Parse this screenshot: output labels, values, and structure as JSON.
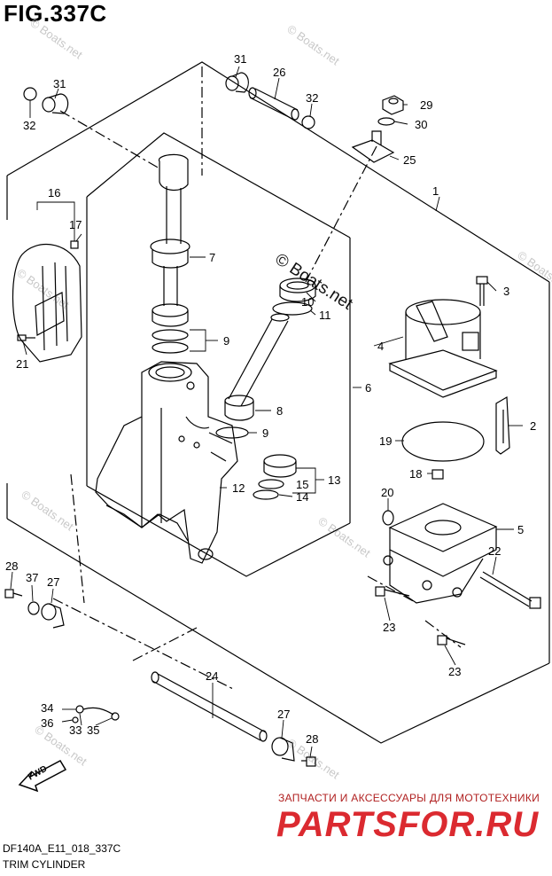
{
  "figure": {
    "title": "FIG.337C",
    "model_code": "DF140A_E11_018_337C",
    "assembly_name": "TRIM CYLINDER"
  },
  "watermark_text": "© Boats.net",
  "shop_banner": {
    "subtitle": "ЗАПЧАСТИ И АКСЕССУАРЫ ДЛЯ МОТОТЕХНИКИ",
    "logo": "PARTSFOR.RU",
    "logo_color": "#d8191f"
  },
  "fwd_label": "FWD",
  "callouts": {
    "c31a": "31",
    "c26": "26",
    "c32a": "32",
    "c31b": "31",
    "c32b": "32",
    "c29": "29",
    "c30": "30",
    "c25": "25",
    "c16": "16",
    "c17": "17",
    "c1": "1",
    "c7": "7",
    "c10": "10",
    "c11": "11",
    "c3": "3",
    "c9a": "9",
    "c4": "4",
    "c21": "21",
    "c6": "6",
    "c8": "8",
    "c9b": "9",
    "c2": "2",
    "c19": "19",
    "c13": "13",
    "c15": "15",
    "c14": "14",
    "c18": "18",
    "c12": "12",
    "c20": "20",
    "c5": "5",
    "c28a": "28",
    "c37": "37",
    "c27a": "27",
    "c22": "22",
    "c23a": "23",
    "c23b": "23",
    "c24": "24",
    "c34": "34",
    "c36": "36",
    "c33": "33",
    "c35": "35",
    "c27b": "27",
    "c28b": "28"
  }
}
